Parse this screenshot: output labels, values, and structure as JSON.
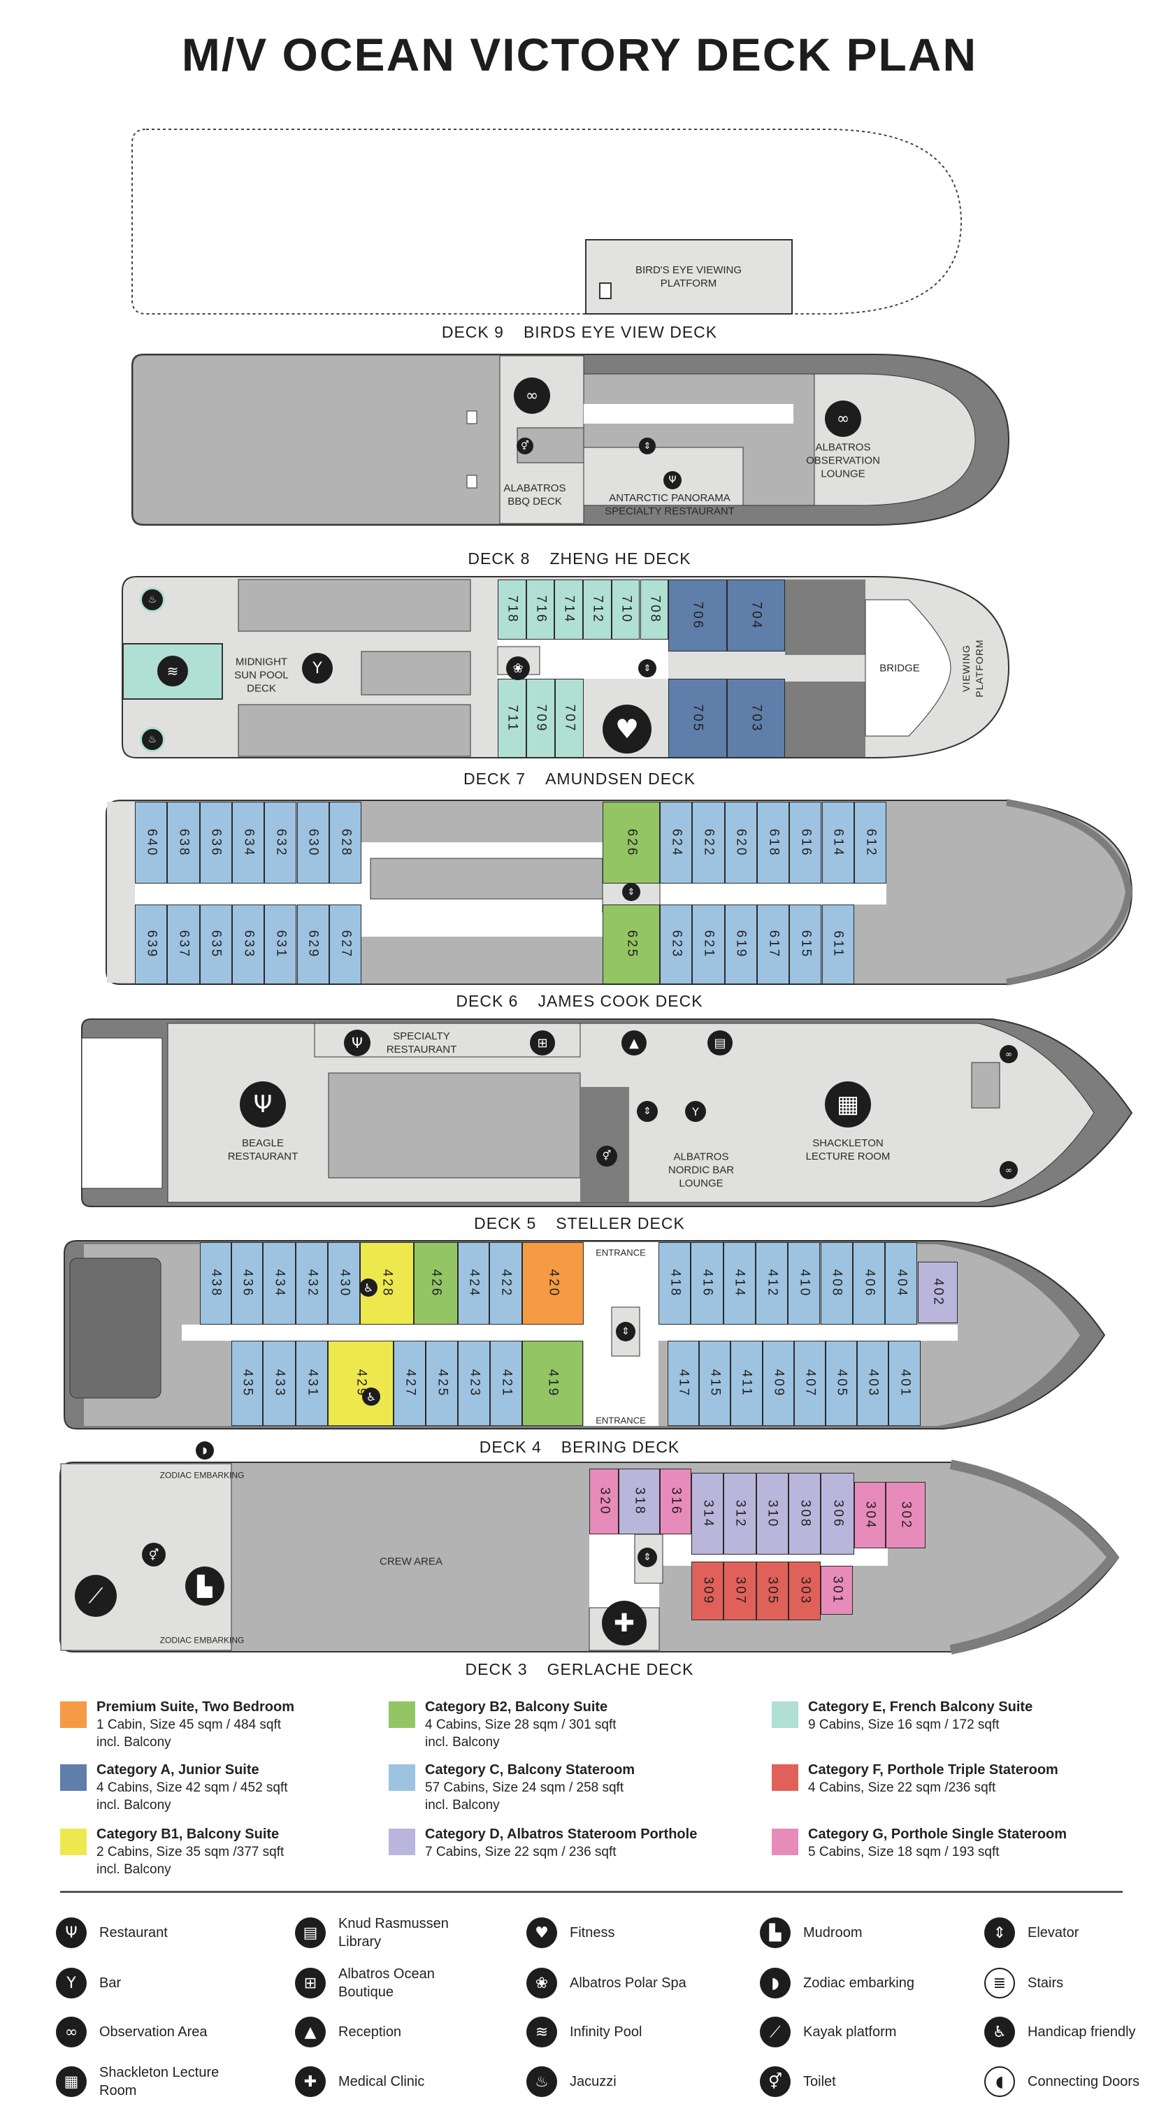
{
  "title": "M/V OCEAN VICTORY DECK PLAN",
  "categories": {
    "P": {
      "color": "#f59a45"
    },
    "A": {
      "color": "#5f7ea9"
    },
    "B1": {
      "color": "#eee84f"
    },
    "B2": {
      "color": "#93c565"
    },
    "C": {
      "color": "#9dc3e0"
    },
    "D": {
      "color": "#bab5da"
    },
    "E": {
      "color": "#b0dfd3"
    },
    "F": {
      "color": "#e0615a"
    },
    "G": {
      "color": "#e78bba"
    }
  },
  "legend": [
    {
      "cat": "P",
      "name": "Premium Suite, Two Bedroom",
      "line1": "1 Cabin, Size 45 sqm / 484 sqft",
      "line2": "incl. Balcony"
    },
    {
      "cat": "A",
      "name": "Category A, Junior Suite",
      "line1": "4 Cabins, Size 42 sqm / 452 sqft",
      "line2": "incl. Balcony"
    },
    {
      "cat": "B1",
      "name": "Category B1, Balcony Suite",
      "line1": "2 Cabins, Size 35 sqm /377 sqft",
      "line2": "incl. Balcony"
    },
    {
      "cat": "B2",
      "name": "Category B2, Balcony Suite",
      "line1": "4 Cabins, Size 28 sqm / 301 sqft",
      "line2": "incl. Balcony"
    },
    {
      "cat": "C",
      "name": "Category C, Balcony Stateroom",
      "line1": "57 Cabins, Size 24 sqm / 258 sqft",
      "line2": "incl. Balcony"
    },
    {
      "cat": "D",
      "name": "Category D, Albatros Stateroom Porthole",
      "line1": "7 Cabins, Size 22 sqm / 236 sqft",
      "line2": ""
    },
    {
      "cat": "E",
      "name": "Category E, French Balcony Suite",
      "line1": "9 Cabins, Size 16 sqm / 172 sqft",
      "line2": ""
    },
    {
      "cat": "F",
      "name": "Category F,  Porthole Triple Stateroom",
      "line1": "4 Cabins, Size 22 sqm /236 sqft",
      "line2": ""
    },
    {
      "cat": "G",
      "name": "Category G, Porthole Single Stateroom",
      "line1": "5 Cabins, Size 18 sqm / 193 sqft",
      "line2": ""
    }
  ],
  "icon_legend": [
    {
      "icon": "restaurant",
      "label": "Restaurant"
    },
    {
      "icon": "bar",
      "label": "Bar"
    },
    {
      "icon": "observation",
      "label": "Observation Area"
    },
    {
      "icon": "lecture",
      "label": "Shackleton Lecture Room"
    },
    {
      "icon": "library",
      "label": "Knud Rasmussen Library"
    },
    {
      "icon": "boutique",
      "label": "Albatros Ocean Boutique"
    },
    {
      "icon": "reception",
      "label": "Reception"
    },
    {
      "icon": "medical",
      "label": "Medical Clinic"
    },
    {
      "icon": "fitness",
      "label": "Fitness"
    },
    {
      "icon": "spa",
      "label": "Albatros Polar Spa"
    },
    {
      "icon": "pool",
      "label": "Infinity Pool"
    },
    {
      "icon": "jacuzzi",
      "label": "Jacuzzi"
    },
    {
      "icon": "mudroom",
      "label": "Mudroom"
    },
    {
      "icon": "zodiac",
      "label": "Zodiac embarking"
    },
    {
      "icon": "kayak",
      "label": "Kayak platform"
    },
    {
      "icon": "toilet",
      "label": "Toilet"
    },
    {
      "icon": "elevator",
      "label": "Elevator"
    },
    {
      "icon": "stairs",
      "label": "Stairs"
    },
    {
      "icon": "handicap",
      "label": "Handicap friendly"
    },
    {
      "icon": "door",
      "label": "Connecting Doors"
    }
  ],
  "decks": {
    "d9": {
      "num": "DECK  9",
      "name": "BIRDS EYE VIEW DECK",
      "labels": {
        "platform": "BIRD'S EYE VIEWING\nPLATFORM"
      }
    },
    "d8": {
      "num": "DECK  8",
      "name": "ZHENG HE DECK",
      "labels": {
        "bbq": "ALABATROS\nBBQ DECK",
        "panorama": "ANTARCTIC PANORAMA\nSPECIALTY RESTAURANT",
        "lounge": "ALBATROS\nOBSERVATION\nLOUNGE"
      }
    },
    "d7": {
      "num": "DECK  7",
      "name": "AMUNDSEN DECK",
      "labels": {
        "pool": "MIDNIGHT\nSUN POOL\nDECK",
        "bridge": "BRIDGE",
        "viewing": "VIEWING\nPLATFORM"
      },
      "cabins": [
        {
          "no": "718",
          "cat": "E"
        },
        {
          "no": "716",
          "cat": "E"
        },
        {
          "no": "714",
          "cat": "E"
        },
        {
          "no": "712",
          "cat": "E"
        },
        {
          "no": "710",
          "cat": "E"
        },
        {
          "no": "708",
          "cat": "E"
        },
        {
          "no": "706",
          "cat": "A"
        },
        {
          "no": "704",
          "cat": "A"
        },
        {
          "no": "711",
          "cat": "E"
        },
        {
          "no": "709",
          "cat": "E"
        },
        {
          "no": "707",
          "cat": "E"
        },
        {
          "no": "705",
          "cat": "A"
        },
        {
          "no": "703",
          "cat": "A"
        }
      ]
    },
    "d6": {
      "num": "DECK  6",
      "name": "JAMES COOK DECK",
      "cabins": [
        {
          "no": "640",
          "cat": "C"
        },
        {
          "no": "638",
          "cat": "C"
        },
        {
          "no": "636",
          "cat": "C"
        },
        {
          "no": "634",
          "cat": "C"
        },
        {
          "no": "632",
          "cat": "C"
        },
        {
          "no": "630",
          "cat": "C"
        },
        {
          "no": "628",
          "cat": "C"
        },
        {
          "no": "626",
          "cat": "B2"
        },
        {
          "no": "624",
          "cat": "C"
        },
        {
          "no": "622",
          "cat": "C"
        },
        {
          "no": "620",
          "cat": "C"
        },
        {
          "no": "618",
          "cat": "C"
        },
        {
          "no": "616",
          "cat": "C"
        },
        {
          "no": "614",
          "cat": "C"
        },
        {
          "no": "612",
          "cat": "C"
        },
        {
          "no": "639",
          "cat": "C"
        },
        {
          "no": "637",
          "cat": "C"
        },
        {
          "no": "635",
          "cat": "C"
        },
        {
          "no": "633",
          "cat": "C"
        },
        {
          "no": "631",
          "cat": "C"
        },
        {
          "no": "629",
          "cat": "C"
        },
        {
          "no": "627",
          "cat": "C"
        },
        {
          "no": "625",
          "cat": "B2"
        },
        {
          "no": "623",
          "cat": "C"
        },
        {
          "no": "621",
          "cat": "C"
        },
        {
          "no": "619",
          "cat": "C"
        },
        {
          "no": "617",
          "cat": "C"
        },
        {
          "no": "615",
          "cat": "C"
        },
        {
          "no": "611",
          "cat": "C"
        }
      ]
    },
    "d5": {
      "num": "DECK  5",
      "name": "STELLER DECK",
      "labels": {
        "specialty": "SPECIALTY\nRESTAURANT",
        "beagle": "BEAGLE\nRESTAURANT",
        "nordic": "ALBATROS\nNORDIC BAR\nLOUNGE",
        "shackleton": "SHACKLETON\nLECTURE ROOM"
      }
    },
    "d4": {
      "num": "DECK  4",
      "name": "BERING DECK",
      "labels": {
        "entrance_top": "ENTRANCE",
        "entrance_bottom": "ENTRANCE"
      },
      "cabins": [
        {
          "no": "438",
          "cat": "C"
        },
        {
          "no": "436",
          "cat": "C"
        },
        {
          "no": "434",
          "cat": "C"
        },
        {
          "no": "432",
          "cat": "C"
        },
        {
          "no": "430",
          "cat": "C"
        },
        {
          "no": "428",
          "cat": "B1"
        },
        {
          "no": "426",
          "cat": "B2"
        },
        {
          "no": "424",
          "cat": "C"
        },
        {
          "no": "422",
          "cat": "C"
        },
        {
          "no": "420",
          "cat": "P"
        },
        {
          "no": "418",
          "cat": "C"
        },
        {
          "no": "416",
          "cat": "C"
        },
        {
          "no": "414",
          "cat": "C"
        },
        {
          "no": "412",
          "cat": "C"
        },
        {
          "no": "410",
          "cat": "C"
        },
        {
          "no": "408",
          "cat": "C"
        },
        {
          "no": "406",
          "cat": "C"
        },
        {
          "no": "404",
          "cat": "C"
        },
        {
          "no": "402",
          "cat": "D"
        },
        {
          "no": "435",
          "cat": "C"
        },
        {
          "no": "433",
          "cat": "C"
        },
        {
          "no": "431",
          "cat": "C"
        },
        {
          "no": "429",
          "cat": "B1"
        },
        {
          "no": "427",
          "cat": "C"
        },
        {
          "no": "425",
          "cat": "C"
        },
        {
          "no": "423",
          "cat": "C"
        },
        {
          "no": "421",
          "cat": "C"
        },
        {
          "no": "419",
          "cat": "B2"
        },
        {
          "no": "417",
          "cat": "C"
        },
        {
          "no": "415",
          "cat": "C"
        },
        {
          "no": "411",
          "cat": "C"
        },
        {
          "no": "409",
          "cat": "C"
        },
        {
          "no": "407",
          "cat": "C"
        },
        {
          "no": "405",
          "cat": "C"
        },
        {
          "no": "403",
          "cat": "C"
        },
        {
          "no": "401",
          "cat": "C"
        }
      ]
    },
    "d3": {
      "num": "DECK  3",
      "name": "GERLACHE DECK",
      "labels": {
        "zodiac_top": "ZODIAC EMBARKING",
        "zodiac_bottom": "ZODIAC EMBARKING",
        "crew": "CREW AREA"
      },
      "cabins": [
        {
          "no": "320",
          "cat": "G"
        },
        {
          "no": "318",
          "cat": "D"
        },
        {
          "no": "316",
          "cat": "G"
        },
        {
          "no": "314",
          "cat": "D"
        },
        {
          "no": "312",
          "cat": "D"
        },
        {
          "no": "310",
          "cat": "D"
        },
        {
          "no": "308",
          "cat": "D"
        },
        {
          "no": "306",
          "cat": "D"
        },
        {
          "no": "304",
          "cat": "G"
        },
        {
          "no": "302",
          "cat": "G"
        },
        {
          "no": "309",
          "cat": "F"
        },
        {
          "no": "307",
          "cat": "F"
        },
        {
          "no": "305",
          "cat": "F"
        },
        {
          "no": "303",
          "cat": "F"
        },
        {
          "no": "301",
          "cat": "G"
        }
      ]
    }
  }
}
